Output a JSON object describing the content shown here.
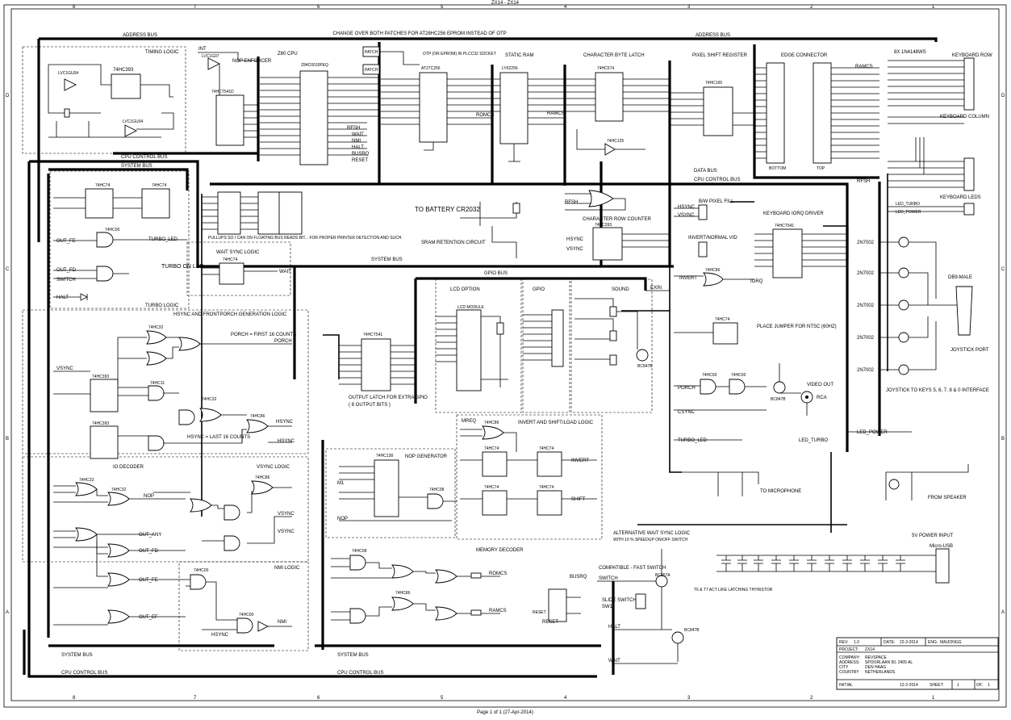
{
  "sheet": {
    "top_ref": "ZX14 - ZX14",
    "footer": "Page 1 of 1 (27-Apr-2014)",
    "col_numbers": [
      "8",
      "7",
      "6",
      "5",
      "4",
      "3",
      "2",
      "1"
    ],
    "row_letters": [
      "D",
      "C",
      "B",
      "A"
    ]
  },
  "buses": {
    "address_left": "ADDRESS BUS",
    "address_right": "ADDRESS BUS",
    "cpu_control_top": "CPU CONTROL BUS",
    "system_top": "SYSTEM BUS",
    "system_mid": "SYSTEM BUS",
    "system_bottom_left": "SYSTEM BUS",
    "cpu_control_bottom_left": "CPU CONTROL BUS",
    "system_bottom_mid": "SYSTEM BUS",
    "cpu_control_bottom_mid": "CPU CONTROL BUS",
    "data_bus": "DATA BUS",
    "cpu_control_right": "CPU CONTROL BUS",
    "gpio_bus": "GPIO BUS"
  },
  "notes": {
    "changeover": "CHANGE OVER BOTH PATCHES FOR AT28HC256 EPROM INSTEAD OF OTP",
    "battery": "TO BATTERY CR2032",
    "sram_retention": "SRAM RETENTION CIRCUIT",
    "pullups": "PULLUPS SO I CAN ON FLOATING BUS READS BIT... FOR PROPER PRINTER DETECTION AND SUCH.",
    "porch": "PORCH = FIRST 16 COUNTS",
    "hsync_last": "HSYNC = LAST 16 COUNTS",
    "output_latch": "OUTPUT LATCH FOR EXTRA GPIO",
    "output_bits": "( 8 OUTPUT BITS )",
    "place_jumper": "PLACE JUMPER FOR NTSC (60HZ)",
    "joystick_keys": "JOYSTICK TO KEYS 5, 6, 7, 8 & 0 INTERFACE",
    "alt_wait": "ALTERNATIVE WAIT SYNC LOGIC",
    "alt_wait_sub": "WITH 10 % SPEEDUP ON/OFF SWITCH",
    "compatible": "COMPATIBLE - FAST SWITCH",
    "latching": "T6 & T7 ACT LIKE LATCHING THYRISTOR",
    "slide_switch": "SLIDE SWITCH",
    "sw1": "SW1",
    "to_microphone": "TO MICROPHONE",
    "from_speaker": "FROM SPEAKER",
    "five_v": "5V POWER INPUT",
    "micro_usb": "Micro-USB",
    "video_out": "VIDEO OUT",
    "rca": "RCA",
    "joystick_port": "JOYSTICK PORT",
    "db9": "DB9-MALE",
    "led_turbo": "LED_TURBO",
    "led_power": "LED_POWER",
    "bottom": "BOTTOM",
    "top": "TOP",
    "diodes_8x": "8X 1N4148WS",
    "turbo_led": "TURBO ON LED"
  },
  "blocks": [
    {
      "key": "timing",
      "label": "TIMING LOGIC"
    },
    {
      "key": "nop_enforcer",
      "label": "NOP ENFORCER"
    },
    {
      "key": "z80",
      "label": "Z80 CPU"
    },
    {
      "key": "otp",
      "label": "OTP (OR EPROM) IN PLCC32 SOCKET"
    },
    {
      "key": "sram",
      "label": "STATIC RAM"
    },
    {
      "key": "char_latch",
      "label": "CHARACTER BYTE LATCH"
    },
    {
      "key": "pixel_shift",
      "label": "PIXEL SHIFT REGISTER"
    },
    {
      "key": "edge",
      "label": "EDGE CONNECTOR"
    },
    {
      "key": "kb_row",
      "label": "KEYBOARD ROW"
    },
    {
      "key": "kb_col",
      "label": "KEYBOARD COLUMN"
    },
    {
      "key": "kb_leds",
      "label": "KEYBOARD LEDS"
    },
    {
      "key": "kb_driver",
      "label": "KEYBOARD IORQ DRIVER"
    },
    {
      "key": "char_row",
      "label": "CHARACTER ROW COUNTER"
    },
    {
      "key": "bw_fill",
      "label": "B/W PIXEL FILL"
    },
    {
      "key": "invert_vid",
      "label": "INVERT/NORMAL VID"
    },
    {
      "key": "turbo",
      "label": "TURBO LOGIC"
    },
    {
      "key": "wait_sync",
      "label": "WAIT SYNC LOGIC"
    },
    {
      "key": "hsync",
      "label": "HSYNC AND FRONTPORCH GENERATION LOGIC"
    },
    {
      "key": "io_decoder",
      "label": "IO DECODER"
    },
    {
      "key": "vsync",
      "label": "VSYNC LOGIC"
    },
    {
      "key": "nmi",
      "label": "NMI LOGIC"
    },
    {
      "key": "lcd",
      "label": "LCD OPTION"
    },
    {
      "key": "gpio",
      "label": "GPIO"
    },
    {
      "key": "sound",
      "label": "SOUND"
    },
    {
      "key": "nop_gen",
      "label": "NOP GENERATOR"
    },
    {
      "key": "invert_shift",
      "label": "INVERT AND SHIFT/LOAD LOGIC"
    },
    {
      "key": "mem_decoder",
      "label": "MEMORY DECODER"
    }
  ],
  "chips": {
    "u11": "LVC1GU04",
    "u10": "LVC1GU04",
    "u2_393": "74HC393",
    "u2_74": "74HC74",
    "u12": "74HC74",
    "u25": "LVC1G07",
    "u1": "74HCT541D",
    "u2z": "Z84C0010PEQ",
    "u5": "AT27C256",
    "u3": "LY62256",
    "u4": "74HC574",
    "u6": "74HC125",
    "u9": "74HC165",
    "u17": "74HC393",
    "u22": "74HCT541",
    "u20": "74HC00",
    "u18": "74HC74",
    "u14": "74HC393",
    "u15": "74HC11",
    "u8": "74HC32",
    "u30": "74HCT541",
    "lcdmod": "LCD MODULE",
    "u27": "74HC138",
    "u26": "74HC08",
    "u28": "74HC86",
    "u29": "74HC74",
    "u16": "74HC32",
    "u21": "74HC86",
    "u13": "74HC00",
    "u19": "74HC00",
    "u24": "74HC08",
    "u25b": "74HC32",
    "u23": "74HC32",
    "bc847": "BC847B",
    "bc857": "BC857A",
    "t2n7002": "2N7002",
    "patch": "PATCH"
  },
  "title_block": {
    "rev_label": "REV:",
    "rev": "1.0",
    "date_label": "DATE:",
    "date": "22-3-2014",
    "eng_label": "ENG:",
    "eng": "MAIJONGG",
    "project_label": "PROJECT:",
    "project": "ZX14",
    "company_label": "COMPANY:",
    "company": "REVSPACE",
    "address_label": "ADDRESS:",
    "address": "SPOORLAAN 50, 2405 AL",
    "city_label": "CITY",
    "city": "DEN HAAG",
    "country_label": "COUNTRY",
    "country": "NETHERLANDS",
    "initial_label": "INITIAL",
    "initial": "12-2-2014",
    "sheet_label": "SHEET:",
    "sheet": "1",
    "of_label": "OF:",
    "of": "1"
  },
  "signals": {
    "rfsh": "RFSH",
    "wait": "WAIT",
    "nmi": "NMI",
    "int": "INT",
    "inv": "INVERT",
    "shift": "SHIFT",
    "porch": "PORCH",
    "hsync": "HSYNC",
    "vsync": "VSYNC",
    "csync": "CSYNC",
    "romcs": "ROMCS",
    "ramcs": "RAMCS",
    "exin": "EXIN",
    "nop": "NOP",
    "iorq": "IORQ",
    "turbo_led": "TURBO_LED",
    "out_fe": "OUT_FE",
    "out_fd": "OUT_FD",
    "out_any": "OUT_ANY",
    "out_ef": "OUT_EF",
    "halt": "HALT",
    "busrq": "BUSRQ",
    "reset": "RESET",
    "switch": "SWITCH",
    "m1": "M1",
    "mreq": "MREQ"
  }
}
